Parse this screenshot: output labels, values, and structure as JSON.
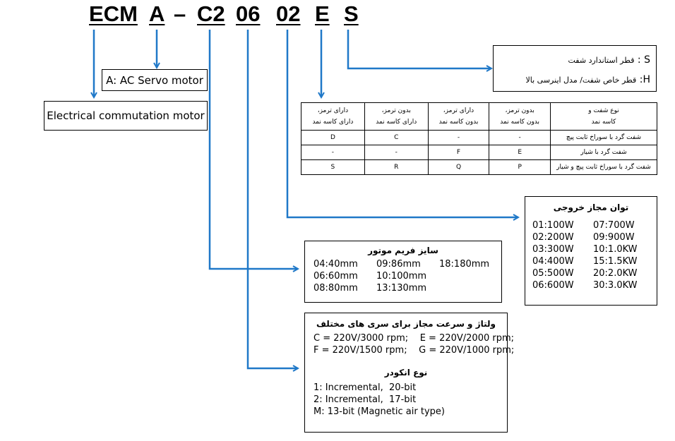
{
  "model_code": {
    "segments": [
      "ECM",
      "A",
      "–",
      "C2",
      "06",
      "02",
      "E",
      "S"
    ]
  },
  "boxes": {
    "ecm": "Electrical commutation motor",
    "a_type": "A: AC Servo motor",
    "shaft_diameter": {
      "lines": [
        {
          "key": "S",
          "sep": " : ",
          "text": "قطر استاندارد شفت"
        },
        {
          "key": "H",
          "sep": ": ",
          "text": "قطر خاص شفت/ مدل اینرسی بالا"
        }
      ]
    },
    "shaft_table": {
      "headers": [
        "دارای ترمز، دارای کاسه نمد",
        "بدون ترمز، دارای کاسه نمد",
        "دارای ترمز، بدون کاسه نمد",
        "بدون ترمز، بدون کاسه نمد",
        "نوع شفت و کاسه نمد"
      ],
      "header_lines": [
        [
          "دارای ترمز،",
          "دارای کاسه نمد"
        ],
        [
          "بدون ترمز،",
          "دارای کاسه نمد"
        ],
        [
          "دارای ترمز،",
          "بدون کاسه نمد"
        ],
        [
          "بدون ترمز،",
          "بدون کاسه نمد"
        ],
        [
          "نوع شفت و",
          "کاسه نمد"
        ]
      ],
      "rows": [
        {
          "cells": [
            "D",
            "C",
            "-",
            "-"
          ],
          "label": "شفت گرد با سوراخ ثابت پیچ"
        },
        {
          "cells": [
            "-",
            "-",
            "F",
            "E"
          ],
          "label": "شفت گرد با شیار"
        },
        {
          "cells": [
            "S",
            "R",
            "Q",
            "P"
          ],
          "label": "شفت گرد با سوراخ ثابت پیچ و شیار"
        }
      ]
    },
    "rated_output": {
      "title": "توان مجاز خروجی",
      "col1": [
        "01:100W",
        "02:200W",
        "03:300W",
        "04:400W",
        "05:500W",
        "06:600W"
      ],
      "col2": [
        "07:700W",
        "09:900W",
        "10:1.0KW",
        "15:1.5KW",
        "20:2.0KW",
        "30:3.0KW"
      ]
    },
    "frame_size": {
      "title": "سایز فریم موتور",
      "col1": [
        "04:40mm",
        "06:60mm",
        "08:80mm"
      ],
      "col2": [
        "09:86mm",
        "10:100mm",
        "13:130mm"
      ],
      "col3": [
        "18:180mm"
      ]
    },
    "voltage_speed": {
      "title": "ولتاژ و سرعت مجاز برای سری های مختلف",
      "lines": [
        "C = 220V/3000 rpm;    E = 220V/2000 rpm;",
        "F = 220V/1500 rpm;    G = 220V/1000 rpm;"
      ],
      "encoder_title": "نوع انکودر",
      "encoder_lines": [
        "1: Incremental,  20-bit",
        "2: Incremental,  17-bit",
        "M: 13-bit (Magnetic air type)"
      ]
    }
  },
  "colors": {
    "arrow": "#1f78c8",
    "border": "#000000"
  }
}
